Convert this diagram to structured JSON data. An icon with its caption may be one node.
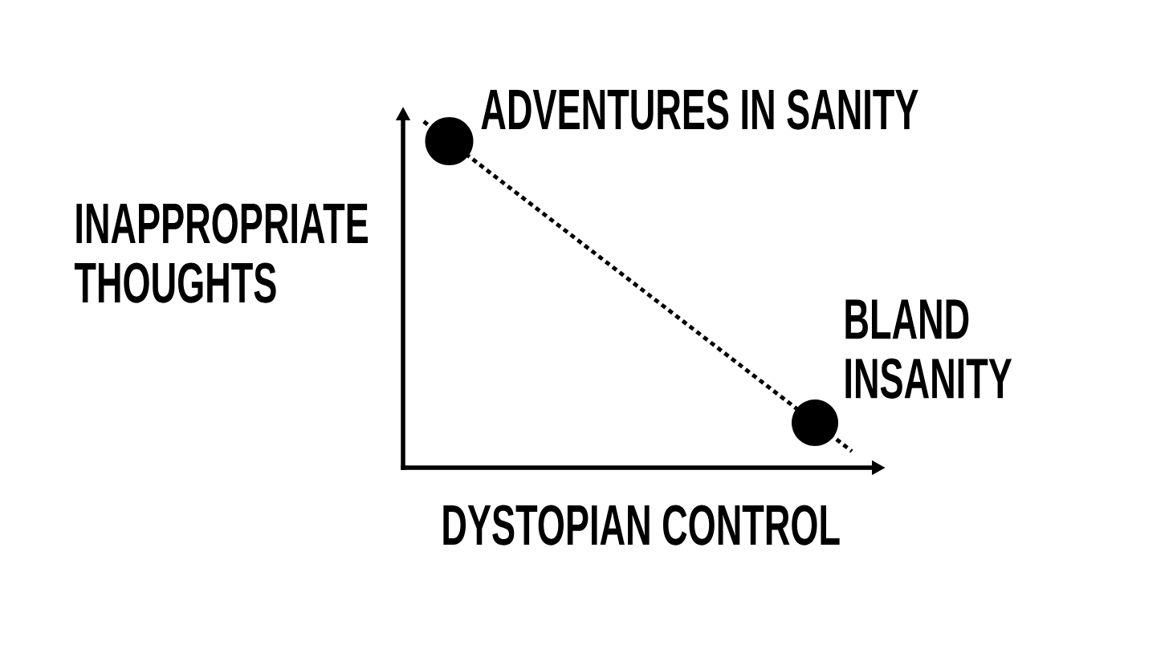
{
  "diagram": {
    "nodes": [
      {
        "text": [],
        "shape": "circle",
        "beside": [
          "ADVENTURES IN SANITY"
        ]
      },
      {
        "text": [],
        "shape": "circle",
        "beside": [
          "BLAND INSANITY"
        ]
      }
    ],
    "edges": [
      {
        "from": 0,
        "to": 1,
        "arrow": "none",
        "style": "dashed"
      }
    ],
    "labels": [
      "INAPPROPRIATE THOUGHTS",
      "DYSTOPIAN CONTROL"
    ]
  }
}
